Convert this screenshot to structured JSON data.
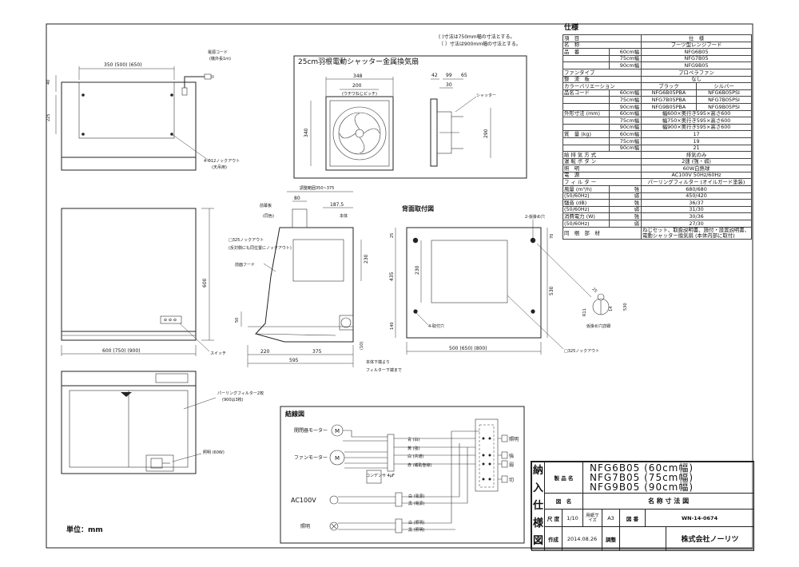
{
  "notes": [
    "( )寸法は750mm幅の寸法とする。",
    "〔 〕寸法は900mm幅の寸法とする。"
  ],
  "unit_label": "単位：mm",
  "top_view": {
    "width_dim": "350 (500) (650)",
    "dim_40": "40",
    "dim_225": "225",
    "cord_label": "電源コード",
    "cord_note": "(機外長1m)",
    "knockout_label": "4-Φ12ノックアウト",
    "knockout_note": "(天吊用)"
  },
  "front_view": {
    "dim_600": "600",
    "width_dim": "600 (750) (900)",
    "switch_label": "スイッチ"
  },
  "bottom_view": {
    "filter_label": "パーリングフィルター2枚",
    "filter_note": "(900は3枚)",
    "light_label": "照明 (60W)"
  },
  "fan_box": {
    "title": "25cm羽根電動シャッター金属換気扇",
    "dim_348": "348",
    "dim_200": "200",
    "screw_label": "(ウチワねじピッチ)",
    "dim_340": "340",
    "dim_42": "42",
    "dim_99": "99",
    "dim_65": "65",
    "dim_30": "30",
    "shutter_label": "シャッター",
    "dim_290": "290"
  },
  "side_view": {
    "adjust_dim": "調整範囲350~375",
    "dim_80": "80",
    "dim_1875": "187.5",
    "front_plate": "前幕板",
    "front_plate_note": "(同色)",
    "body_label": "本体",
    "knockout_325": "□325ノックアウト",
    "knockout_325_note": "(反対側にも同位置にノックアウト)",
    "front_hood": "前面フード",
    "dim_230": "230",
    "dim_50": "50",
    "dim_220": "220",
    "dim_375": "375",
    "dim_10": "(10)",
    "dim_595": "595",
    "filter_note_1": "本体下端より",
    "filter_note_2": "フィルター下端まで"
  },
  "back_view": {
    "title": "背面取付図",
    "dim_25": "25",
    "dim_230": "230",
    "dim_435": "435",
    "dim_140": "140",
    "dim_70": "70",
    "dim_530": "530",
    "hole_label": "2-仮掛め穴",
    "screw_hole_label": "4-取付穴",
    "width_dim": "500 (650) (800)",
    "knockout_label": "□325ノックアウト",
    "detail_label": "仮掛め穴詳細",
    "detail_dims": [
      "25",
      "R11",
      "14",
      "530"
    ]
  },
  "wiring": {
    "title": "結線図",
    "motor1": "開閉器モーター",
    "motor2": "ファンモーター",
    "ac_label": "AC100V",
    "light_label": "照明",
    "capacitor": "コンデンサ 4μF",
    "symbol_m": "M",
    "leads_top": [
      "青 (白)",
      "黄 (強)",
      "白 (共通)",
      "赤 (補助巻線)"
    ],
    "leads_mid": [
      "白 (電源)",
      "黒 (電源)"
    ],
    "leads_bot": [
      "白 (照明)",
      "黒 (照明)"
    ],
    "switch_labels": [
      "照明",
      "強",
      "弱",
      "切"
    ]
  },
  "spec": {
    "title": "仕様",
    "rows": [
      {
        "item": "項　目",
        "sub": "",
        "val": "仕　様"
      },
      {
        "item": "名　称",
        "sub": "",
        "val": "ブーツ型レンジフード"
      },
      {
        "item": "品　番",
        "sub": "60cm幅",
        "val": "NFG6B05"
      },
      {
        "item": "",
        "sub": "75cm幅",
        "val": "NFG7B05"
      },
      {
        "item": "",
        "sub": "90cm幅",
        "val": "NFG9B05"
      },
      {
        "item": "ファンタイプ",
        "sub": "",
        "val": "プロペラファン"
      },
      {
        "item": "整　流　板",
        "sub": "",
        "val": "なし"
      }
    ],
    "color_header": {
      "item": "カラーバリエーション",
      "black": "ブラック",
      "silver": "シルバー"
    },
    "code_rows": [
      {
        "item": "品名コード",
        "sub": "60cm幅",
        "black": "NFG6B05PBA",
        "silver": "NFG6B05PSI"
      },
      {
        "item": "",
        "sub": "75cm幅",
        "black": "NFG7B05PBA",
        "silver": "NFG7B05PSI"
      },
      {
        "item": "",
        "sub": "90cm幅",
        "black": "NFG9B05PBA",
        "silver": "NFG9B05PSI"
      }
    ],
    "size_rows": [
      {
        "item": "外形寸法 (mm)",
        "sub": "60cm幅",
        "val": "幅600×奥行き595×高さ600"
      },
      {
        "item": "",
        "sub": "75cm幅",
        "val": "幅750×奥行き595×高さ600"
      },
      {
        "item": "",
        "sub": "90cm幅",
        "val": "幅900×奥行き595×高さ600"
      },
      {
        "item": "質　量 (kg)",
        "sub": "60cm幅",
        "val": "17"
      },
      {
        "item": "",
        "sub": "75cm幅",
        "val": "19"
      },
      {
        "item": "",
        "sub": "90cm幅",
        "val": "21"
      }
    ],
    "plain_rows": [
      {
        "item": "給 排 気 方 式",
        "val": "排気のみ"
      },
      {
        "item": "運 転 ボ タ ン",
        "val": "2速 (強・弱)"
      },
      {
        "item": "照　明",
        "val": "60W白熱球"
      },
      {
        "item": "電　源",
        "val": "AC100V 50Hz/60Hz"
      },
      {
        "item": "フ ィ ル タ ー",
        "val": "パーリングフィルター (オイルガード塗装)"
      }
    ],
    "perf_rows": [
      {
        "item": "風量 (m³/h)",
        "sub": "強",
        "val": "680/680"
      },
      {
        "item": "(50/60Hz)",
        "sub": "弱",
        "val": "450/420"
      },
      {
        "item": "騒音 (dB)",
        "sub": "強",
        "val": "36/37"
      },
      {
        "item": "(50/60Hz)",
        "sub": "弱",
        "val": "31/30"
      },
      {
        "item": "消費電力 (W)",
        "sub": "強",
        "val": "30/36"
      },
      {
        "item": "(50/60Hz)",
        "sub": "弱",
        "val": "27/30"
      }
    ],
    "accessory": {
      "item": "同　梱　部　材",
      "val": "ねじセット、取扱説明書、施付・設置説明書、電動シャッター換気扇 (本体内部に取付)"
    }
  },
  "title_block": {
    "side_label": [
      "納",
      "入",
      "仕",
      "様",
      "図"
    ],
    "product_label": "製 品 名",
    "models": [
      "NFG6B05 (60cm幅)",
      "NFG7B05 (75cm幅)",
      "NFG9B05 (90cm幅)"
    ],
    "drawing_label": "図　名",
    "drawing_name": "名 称 寸 法 図",
    "scale_label": "尺 度",
    "scale": "1/10",
    "paper_label": "用紙サイズ",
    "paper": "A3",
    "number_label": "図 番",
    "number": "WN-14-0674",
    "date_label": "作成",
    "date": "2014.08.26",
    "check_label": "調整",
    "company": "株式会社ノーリツ"
  }
}
